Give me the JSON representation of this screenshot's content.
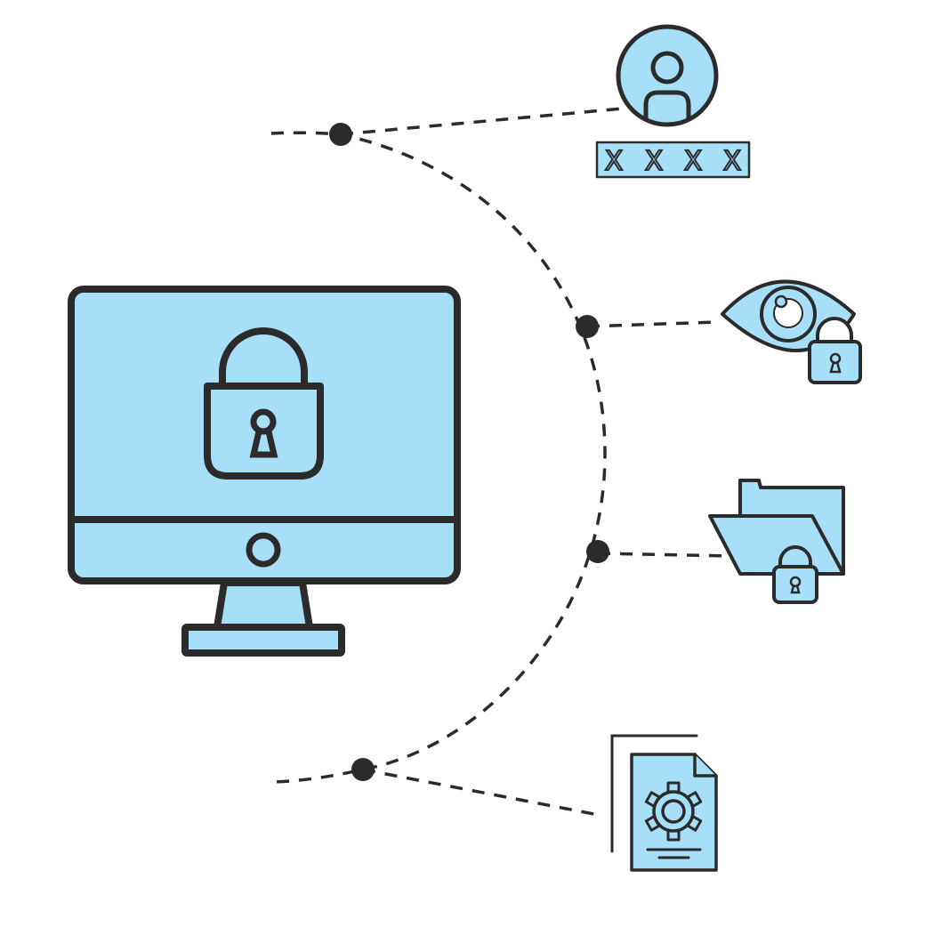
{
  "colors": {
    "fill": "#a8dff8",
    "stroke": "#2b2b2b",
    "background": "#ffffff"
  },
  "password_field": {
    "mask_chars": [
      "X",
      "X",
      "X",
      "X"
    ]
  },
  "icons": [
    "monitor-lock-icon",
    "user-avatar-icon",
    "password-field-icon",
    "eye-lock-icon",
    "folder-lock-icon",
    "document-gear-icon"
  ]
}
